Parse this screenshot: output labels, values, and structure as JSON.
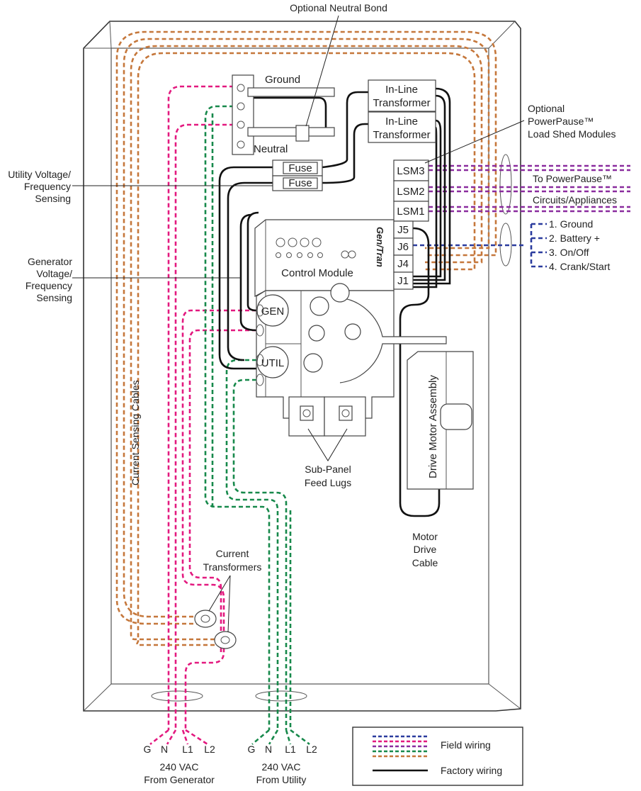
{
  "title_callout": "Optional Neutral Bond",
  "bus": {
    "ground": "Ground",
    "neutral": "Neutral"
  },
  "transformers": [
    "In-Line\nTransformer",
    "In-Line\nTransformer"
  ],
  "transformer_lines": [
    [
      "In-Line",
      "Transformer"
    ],
    [
      "In-Line",
      "Transformer"
    ]
  ],
  "fuses": [
    "Fuse",
    "Fuse"
  ],
  "lsm": [
    "LSM3",
    "LSM2",
    "LSM1"
  ],
  "jacks": [
    "J5",
    "J6",
    "J4",
    "J1"
  ],
  "powerpause": {
    "lines": [
      "Optional",
      "PowerPause™",
      "Load Shed Modules"
    ],
    "to": "To PowerPause™",
    "circuits": "Circuits/Appliances"
  },
  "j6_pins": [
    "1. Ground",
    "2. Battery +",
    "3. On/Off",
    "4. Crank/Start"
  ],
  "utility_sensing": [
    "Utility Voltage/",
    "Frequency",
    "Sensing"
  ],
  "generator_sensing": [
    "Generator",
    "Voltage/",
    "Frequency",
    "Sensing"
  ],
  "control_module": {
    "label": "Control Module",
    "logo": "Gen/Tran"
  },
  "switch": {
    "gen": "GEN",
    "util": "UTIL"
  },
  "drive_motor": "Drive Motor Assembly",
  "sub_panel": [
    "Sub-Panel",
    "Feed Lugs"
  ],
  "current_sensing": "Current Sensing Cables",
  "motor_cable": [
    "Motor",
    "Drive",
    "Cable"
  ],
  "current_transformers": [
    "Current",
    "Transformers"
  ],
  "generator_feed": {
    "terminals": [
      "G",
      "N",
      "L1",
      "L2"
    ],
    "voltage": "240 VAC",
    "source": "From Generator"
  },
  "utility_feed": {
    "terminals": [
      "G",
      "N",
      "L1",
      "L2"
    ],
    "voltage": "240 VAC",
    "source": "From Utility"
  },
  "legend": {
    "field": "Field wiring",
    "factory": "Factory wiring"
  },
  "colors": {
    "pink": "#e3197f",
    "green": "#17894b",
    "brown": "#c5773b",
    "purple": "#8a2c9e",
    "blue": "#2b3c9e",
    "black": "#111111"
  }
}
